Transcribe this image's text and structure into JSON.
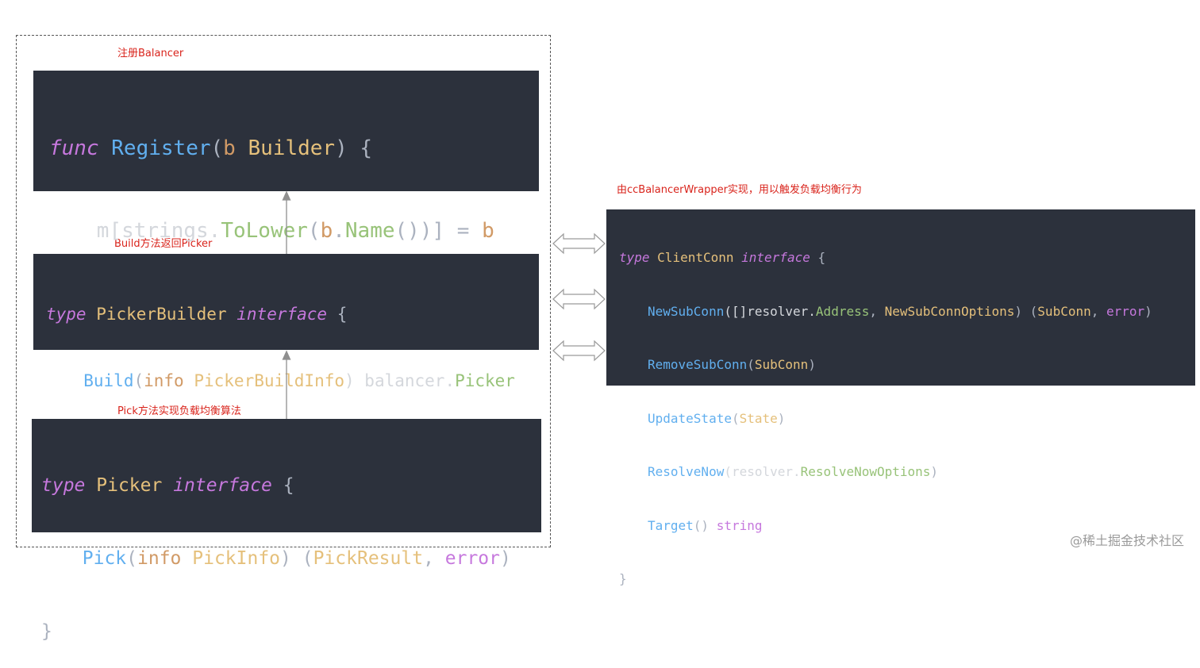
{
  "labels": {
    "register": "注册Balancer",
    "build": "Build方法返回Picker",
    "pick": "Pick方法实现负载均衡算法",
    "clientconn": "由ccBalancerWrapper实现，用以触发负载均衡行为"
  },
  "watermark": "@稀土掘金技术社区",
  "code": {
    "register": {
      "l1": {
        "kw": "func",
        "fn": "Register",
        "p1": "(",
        "param": "b",
        "sp": " ",
        "ty": "Builder",
        "p2": ") {"
      },
      "l2": {
        "a": "m[strings.",
        "fn": "ToLower",
        "b": "(",
        "param": "b",
        "c": ".",
        "fn2": "Name",
        "d": "())] = ",
        "param2": "b"
      },
      "l3": "}"
    },
    "pickerbuilder": {
      "l1": {
        "kw": "type",
        "name": "PickerBuilder",
        "kw2": "interface",
        "brace": "{"
      },
      "l2": {
        "fn": "Build",
        "p1": "(",
        "param": "info",
        "sp": " ",
        "ty": "PickerBuildInfo",
        "p2": ") balancer.",
        "ret": "Picker"
      },
      "l3": "}"
    },
    "picker": {
      "l1": {
        "kw": "type",
        "name": "Picker",
        "kw2": "interface",
        "brace": "{"
      },
      "l2": {
        "fn": "Pick",
        "p1": "(",
        "param": "info",
        "sp": " ",
        "ty": "PickInfo",
        "p2": ") (",
        "r1": "PickResult",
        "comma": ", ",
        "r2": "error",
        "p3": ")"
      },
      "l3": "}"
    },
    "clientconn": {
      "l1": {
        "kw": "type",
        "name": "ClientConn",
        "kw2": "interface",
        "brace": "{"
      },
      "m1": {
        "fn": "NewSubConn",
        "a": "([]resolver.",
        "b": "Address",
        "c": ", ",
        "d": "NewSubConnOptions",
        "e": ") (",
        "f": "SubConn",
        "g": ", ",
        "h": "error",
        "i": ")"
      },
      "m2": {
        "fn": "RemoveSubConn",
        "a": "(",
        "b": "SubConn",
        "c": ")"
      },
      "m3": {
        "fn": "UpdateState",
        "a": "(",
        "b": "State",
        "c": ")"
      },
      "m4": {
        "fn": "ResolveNow",
        "a": "(resolver.",
        "b": "ResolveNowOptions",
        "c": ")"
      },
      "m5": {
        "fn": "Target",
        "a": "() ",
        "b": "string"
      },
      "l3": "}"
    }
  },
  "colors": {
    "code_bg": "#2c313c",
    "label": "#d9241c",
    "keyword": "#c678dd",
    "function": "#61afef",
    "type": "#e5c07b",
    "green": "#98c379",
    "param": "#d19a66"
  }
}
